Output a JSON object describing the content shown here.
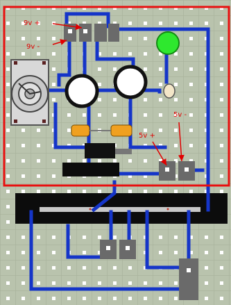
{
  "annotations": {
    "nine_v_plus": "9v +",
    "nine_v_minus": "9v -",
    "five_v_minus": "5v -",
    "five_v_plus": "5v +"
  },
  "colors": {
    "board": "#b9c3ad",
    "grid": "#a8b39b",
    "pad": "#ffffff",
    "trace": "#1535c8",
    "highlight_box": "#e81010",
    "label": "#e00000",
    "led": "#2ee82e",
    "resistor": "#f0a020",
    "component_dark": "#101010",
    "connector": "#6a6a6a"
  },
  "icons": [
    "potentiometer-icon",
    "ic-socket-icon",
    "led-icon",
    "resistor-icon",
    "capacitor-icon",
    "pin-header-icon"
  ]
}
